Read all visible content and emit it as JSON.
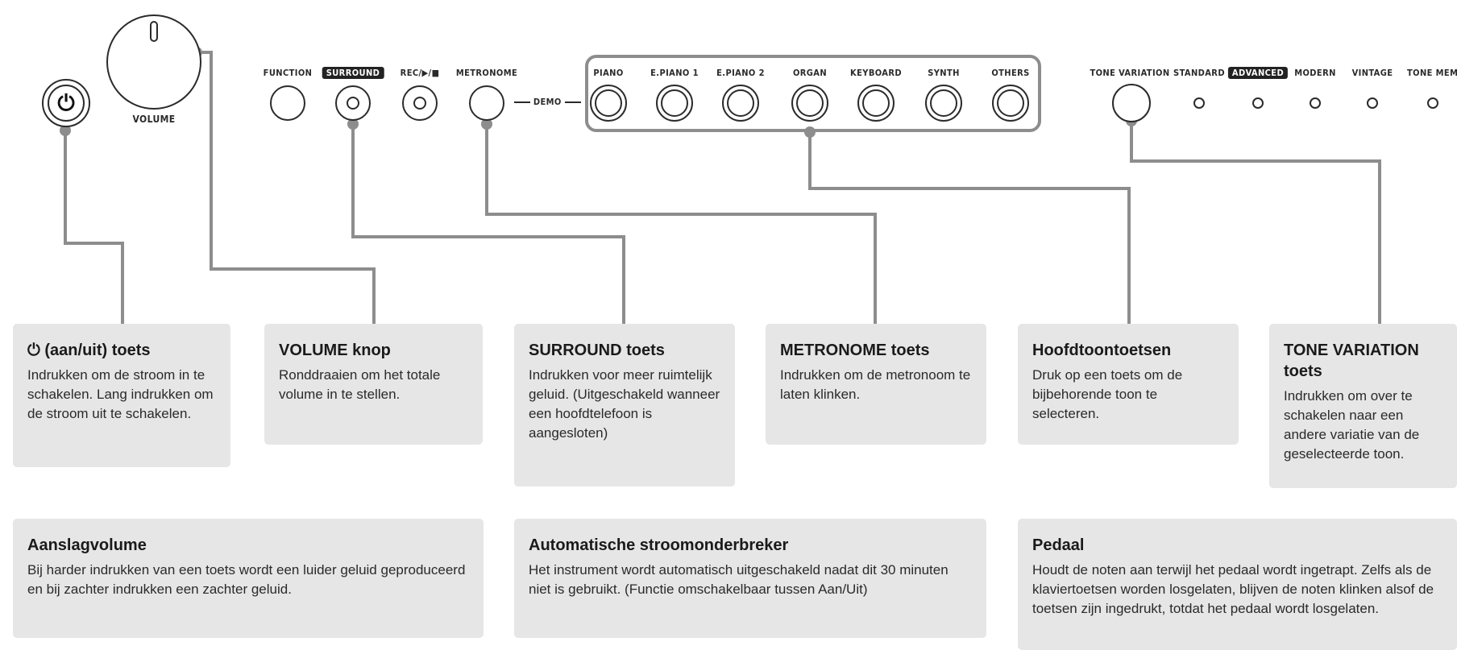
{
  "panel": {
    "volume_label": "VOLUME",
    "power_symbol": "⏻",
    "function_label": "FUNCTION",
    "surround_label": "SURROUND",
    "rec_label": "REC/▶/■",
    "metronome_label": "METRONOME",
    "demo_label": "DEMO",
    "tone_buttons": [
      "PIANO",
      "E.PIANO 1",
      "E.PIANO 2",
      "ORGAN",
      "KEYBOARD",
      "SYNTH",
      "OTHERS"
    ],
    "tone_variation_label": "TONE VARIATION",
    "variations": [
      "STANDARD",
      "ADVANCED",
      "MODERN",
      "VINTAGE",
      "TONE MEMORY"
    ],
    "highlighted_variation": "ADVANCED"
  },
  "callouts": [
    {
      "title": "(aan/uit) toets",
      "text": "Indrukken om de stroom in te schakelen. Lang indrukken om de stroom uit te schakelen."
    },
    {
      "title": "VOLUME knop",
      "text": "Ronddraaien om het totale volume in te stellen."
    },
    {
      "title": "SURROUND toets",
      "text": "Indrukken voor meer ruimtelijk geluid. (Uitgeschakeld wanneer een hoofdtelefoon is aangesloten)"
    },
    {
      "title": "METRONOME toets",
      "text": "Indrukken om de metronoom te laten klinken."
    },
    {
      "title": "Hoofdtoontoetsen",
      "text": "Druk op een toets om de bijbehorende toon te selecteren."
    },
    {
      "title": "TONE VARIATION toets",
      "text": "Indrukken om over te schakelen naar een andere variatie van de geselecteerde toon."
    }
  ],
  "info": [
    {
      "title": "Aanslagvolume",
      "text": "Bij harder indrukken van een toets wordt een luider geluid geproduceerd en bij zachter indrukken een zachter geluid."
    },
    {
      "title": "Automatische stroomonderbreker",
      "text": "Het instrument wordt automatisch uitgeschakeld nadat dit 30 minuten niet is gebruikt. (Functie omschakelbaar tussen Aan/Uit)"
    },
    {
      "title": "Pedaal",
      "text": "Houdt de noten aan terwijl het pedaal wordt ingetrapt. Zelfs als de klaviertoetsen worden losgelaten, blijven de noten klinken alsof de toetsen zijn ingedrukt, totdat het pedaal wordt losgelaten."
    }
  ],
  "colors": {
    "connector": "#8d8d8d",
    "card_bg": "#e6e6e6",
    "outline": "#2b2b2b"
  }
}
